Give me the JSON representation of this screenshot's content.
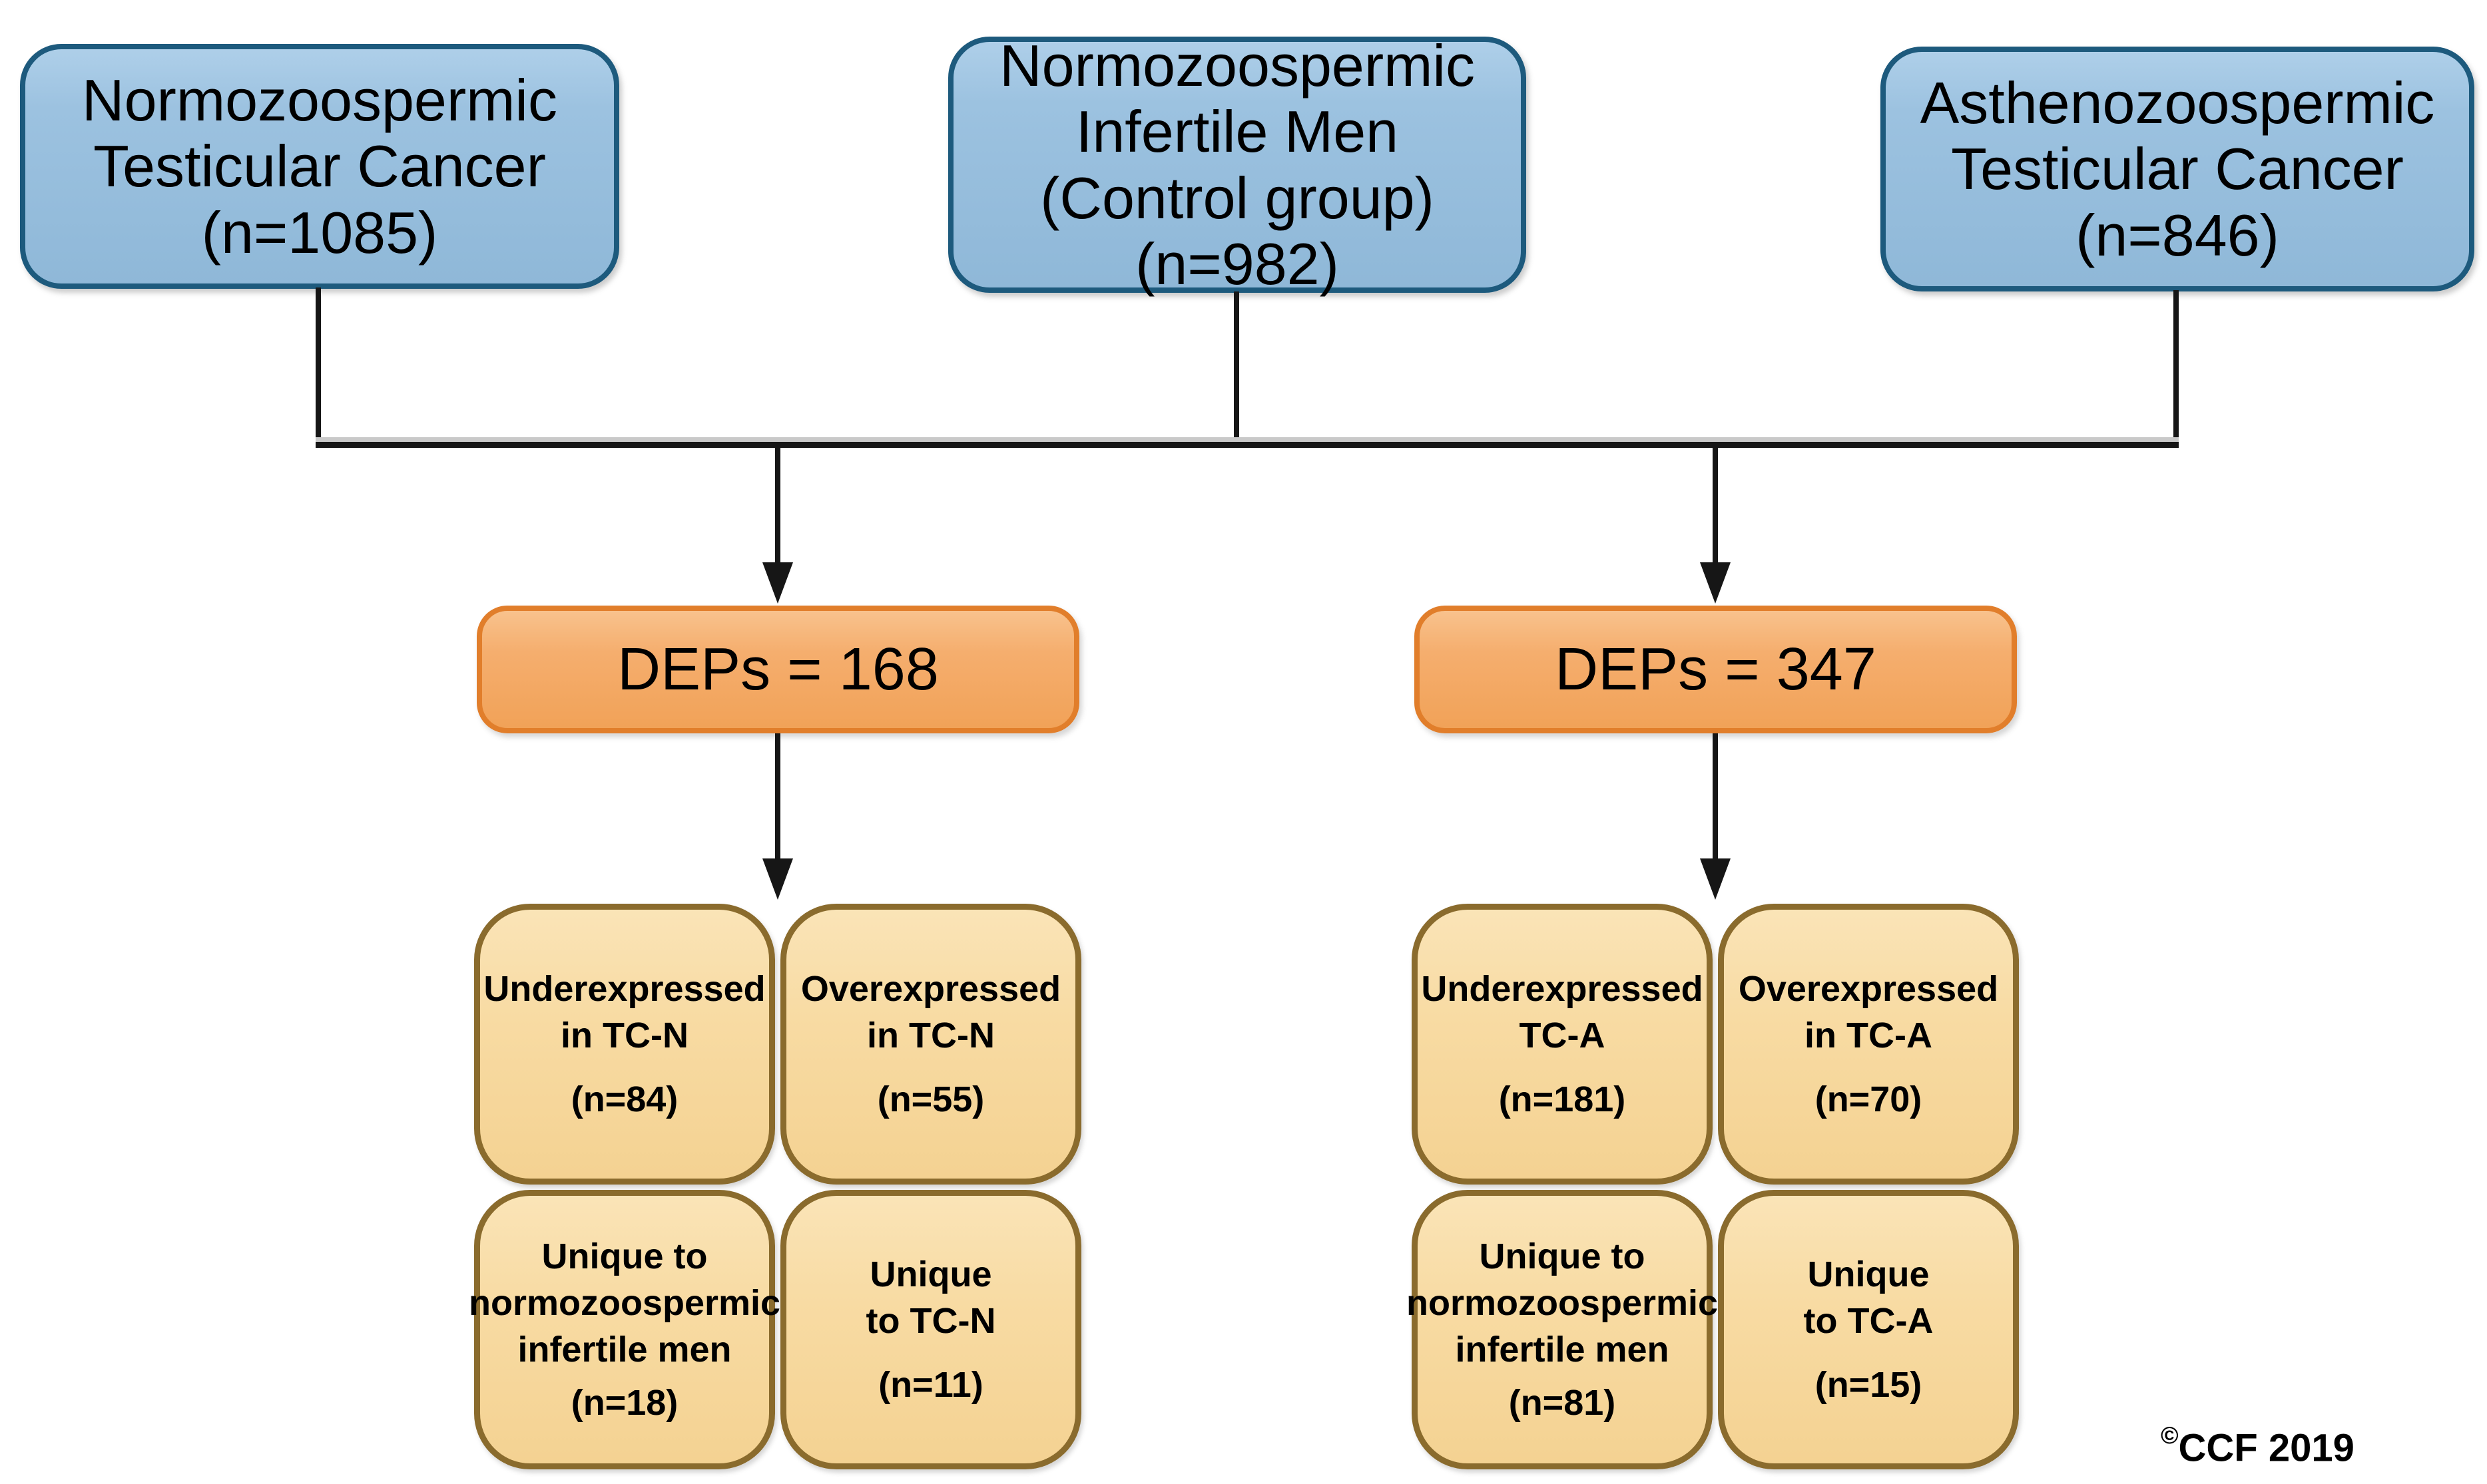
{
  "diagram": {
    "top_row": [
      {
        "lines": [
          "Normozoospermic",
          "Testicular Cancer",
          "(n=1085)"
        ]
      },
      {
        "lines": [
          "Normozoospermic",
          "Infertile Men",
          "(Control group)",
          "(n=982)"
        ]
      },
      {
        "lines": [
          "Asthenozoospermic",
          "Testicular Cancer",
          "(n=846)"
        ]
      }
    ],
    "deps": [
      {
        "label": "DEPs = 168"
      },
      {
        "label": "DEPs = 347"
      }
    ],
    "results": {
      "left": [
        {
          "lines": [
            "Underexpressed",
            "in TC-N"
          ],
          "count": "(n=84)"
        },
        {
          "lines": [
            "Overexpressed",
            "in TC-N"
          ],
          "count": "(n=55)"
        },
        {
          "lines": [
            "Unique to",
            "normozoospermic",
            "infertile men"
          ],
          "count": "(n=18)"
        },
        {
          "lines": [
            "Unique",
            "to TC-N"
          ],
          "count": "(n=11)"
        }
      ],
      "right": [
        {
          "lines": [
            "Underexpressed",
            "TC-A"
          ],
          "count": "(n=181)"
        },
        {
          "lines": [
            "Overexpressed",
            "in TC-A"
          ],
          "count": "(n=70)"
        },
        {
          "lines": [
            "Unique to",
            "normozoospermic",
            "infertile men"
          ],
          "count": "(n=81)"
        },
        {
          "lines": [
            "Unique",
            "to TC-A"
          ],
          "count": "(n=15)"
        }
      ]
    },
    "credit": {
      "symbol": "©",
      "text": "CCF 2019"
    },
    "colors": {
      "blue_fill": "#9cc2e0",
      "blue_border": "#1d5a7d",
      "orange_fill": "#f5ae6e",
      "orange_border": "#e17e2b",
      "tan_fill": "#f8dba3",
      "tan_border": "#8a6b2d",
      "line": "#161616"
    }
  }
}
